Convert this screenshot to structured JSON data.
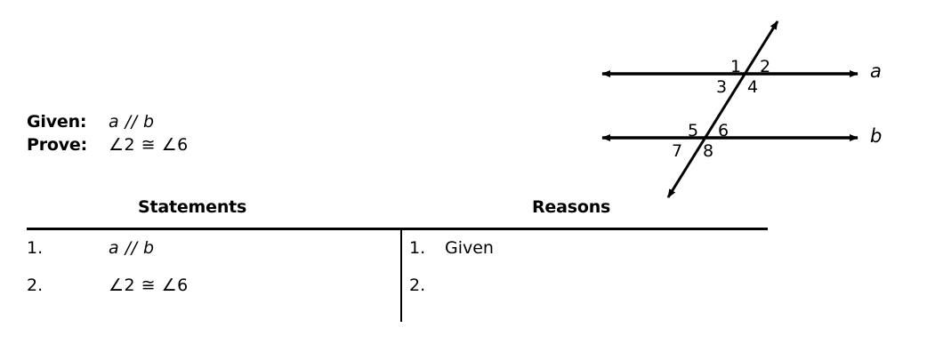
{
  "worksheet": {
    "given": {
      "label": "Given:",
      "value": "a // b"
    },
    "prove": {
      "label": "Prove:",
      "value": "∠2 ≅ ∠6"
    },
    "table": {
      "headers": {
        "statements": "Statements",
        "reasons": "Reasons"
      },
      "rows": [
        {
          "statement_number": "1.",
          "statement": "a // b",
          "reason_number": "1.",
          "reason": "Given"
        },
        {
          "statement_number": "2.",
          "statement": "∠2 ≅ ∠6",
          "reason_number": "2.",
          "reason": ""
        }
      ]
    },
    "figure": {
      "line_a_label": "a",
      "line_b_label": "b",
      "angle_labels": [
        "1",
        "2",
        "3",
        "4",
        "5",
        "6",
        "7",
        "8"
      ],
      "stroke_color": "#000000"
    }
  }
}
